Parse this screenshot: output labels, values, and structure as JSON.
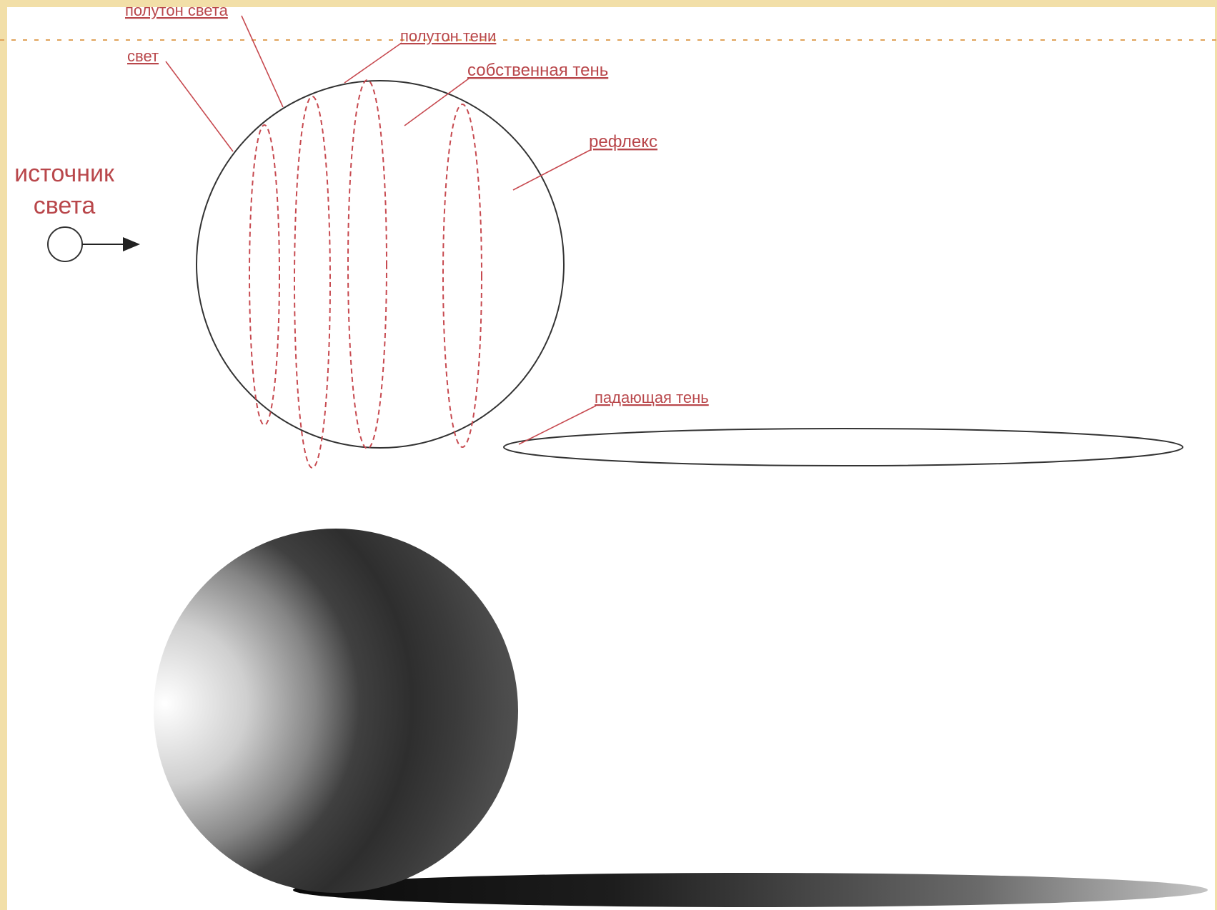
{
  "colors": {
    "frame": "#f2dfa8",
    "panel": "#ffffff",
    "label": "#b9474b",
    "outline": "#333333",
    "accent_line": "#e0a35a"
  },
  "labels": {
    "halftone_light": "полутон света",
    "halftone_shadow": "полутон тени",
    "light": "свет",
    "own_shadow": "собственная тень",
    "reflex": "рефлекс",
    "cast_shadow": "падающая тень",
    "light_source_line1": "источник",
    "light_source_line2": "света"
  },
  "icons": {
    "light_source": "light-source-circle-icon",
    "direction": "arrow-right-icon"
  }
}
